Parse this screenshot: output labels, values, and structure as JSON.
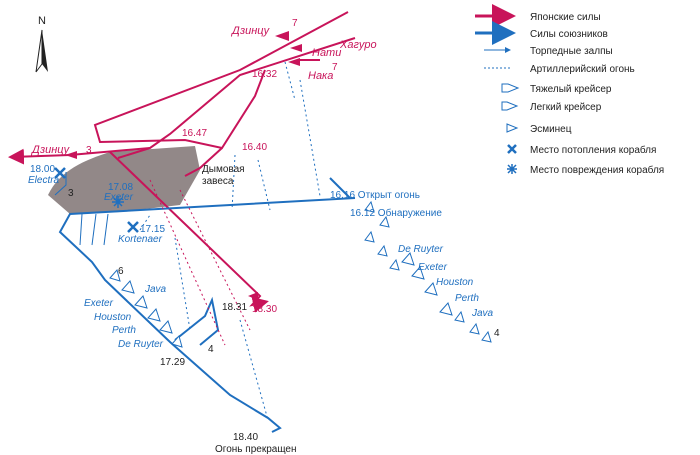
{
  "colors": {
    "japanese": "#c8145a",
    "allied": "#1f6fbf",
    "smoke": "#7f7373",
    "ink": "#222222"
  },
  "north_symbol": {
    "letter": "N",
    "icon": "north-arrow-icon"
  },
  "legend": {
    "items": [
      {
        "text": "Японские силы",
        "icon": "red-arrow-icon"
      },
      {
        "text": "Силы союзников",
        "icon": "blue-arrow-icon"
      },
      {
        "text": "Торпедные залпы",
        "icon": "torpedo-line-icon"
      },
      {
        "text": "Артиллерийский огонь",
        "icon": "artillery-line-icon"
      },
      {
        "text": "Тяжелый крейсер",
        "icon": "heavy-cruiser-icon"
      },
      {
        "text": "Легкий крейсер",
        "icon": "light-cruiser-icon"
      },
      {
        "text": "Эсминец",
        "icon": "destroyer-icon"
      },
      {
        "text": "Место потопления корабля",
        "icon": "sunk-cross-icon"
      },
      {
        "text": "Место повреждения корабля",
        "icon": "damage-star-icon"
      }
    ]
  },
  "map_labels": {
    "jintsu_top": "Дзинцу",
    "jintsu_left": "Дзинцу",
    "haguro": "Хагуро",
    "nachi": "Нати",
    "naka": "Нака",
    "num_7a": "7",
    "num_7b": "7",
    "num_3a": "3",
    "num_3b": "3",
    "num_6": "6",
    "num_4a": "4",
    "num_4b": "4",
    "t1632": "16.32",
    "t1647": "16.47",
    "t1640": "16.40",
    "t1616": "16.16 Открыт огонь",
    "t1612": "16.12 Обнаружение",
    "smoke": "Дымовая\nзавеса",
    "t1800": "18.00",
    "electra": "Electra",
    "t1708": "17.08",
    "exeter_dmg": "Exeter",
    "t1715": "17.15",
    "kortenaer": "Kortenaer",
    "t1830": "18.30",
    "t1831": "18.31",
    "t1729": "17.29",
    "t1840": "18.40",
    "ceasefire": "Огонь прекращен"
  },
  "allied_column_right": [
    "De Ruyter",
    "Exeter",
    "Houston",
    "Perth",
    "Java"
  ],
  "allied_column_left": [
    "Java",
    "Exeter",
    "Houston",
    "Perth",
    "De Ruyter"
  ]
}
